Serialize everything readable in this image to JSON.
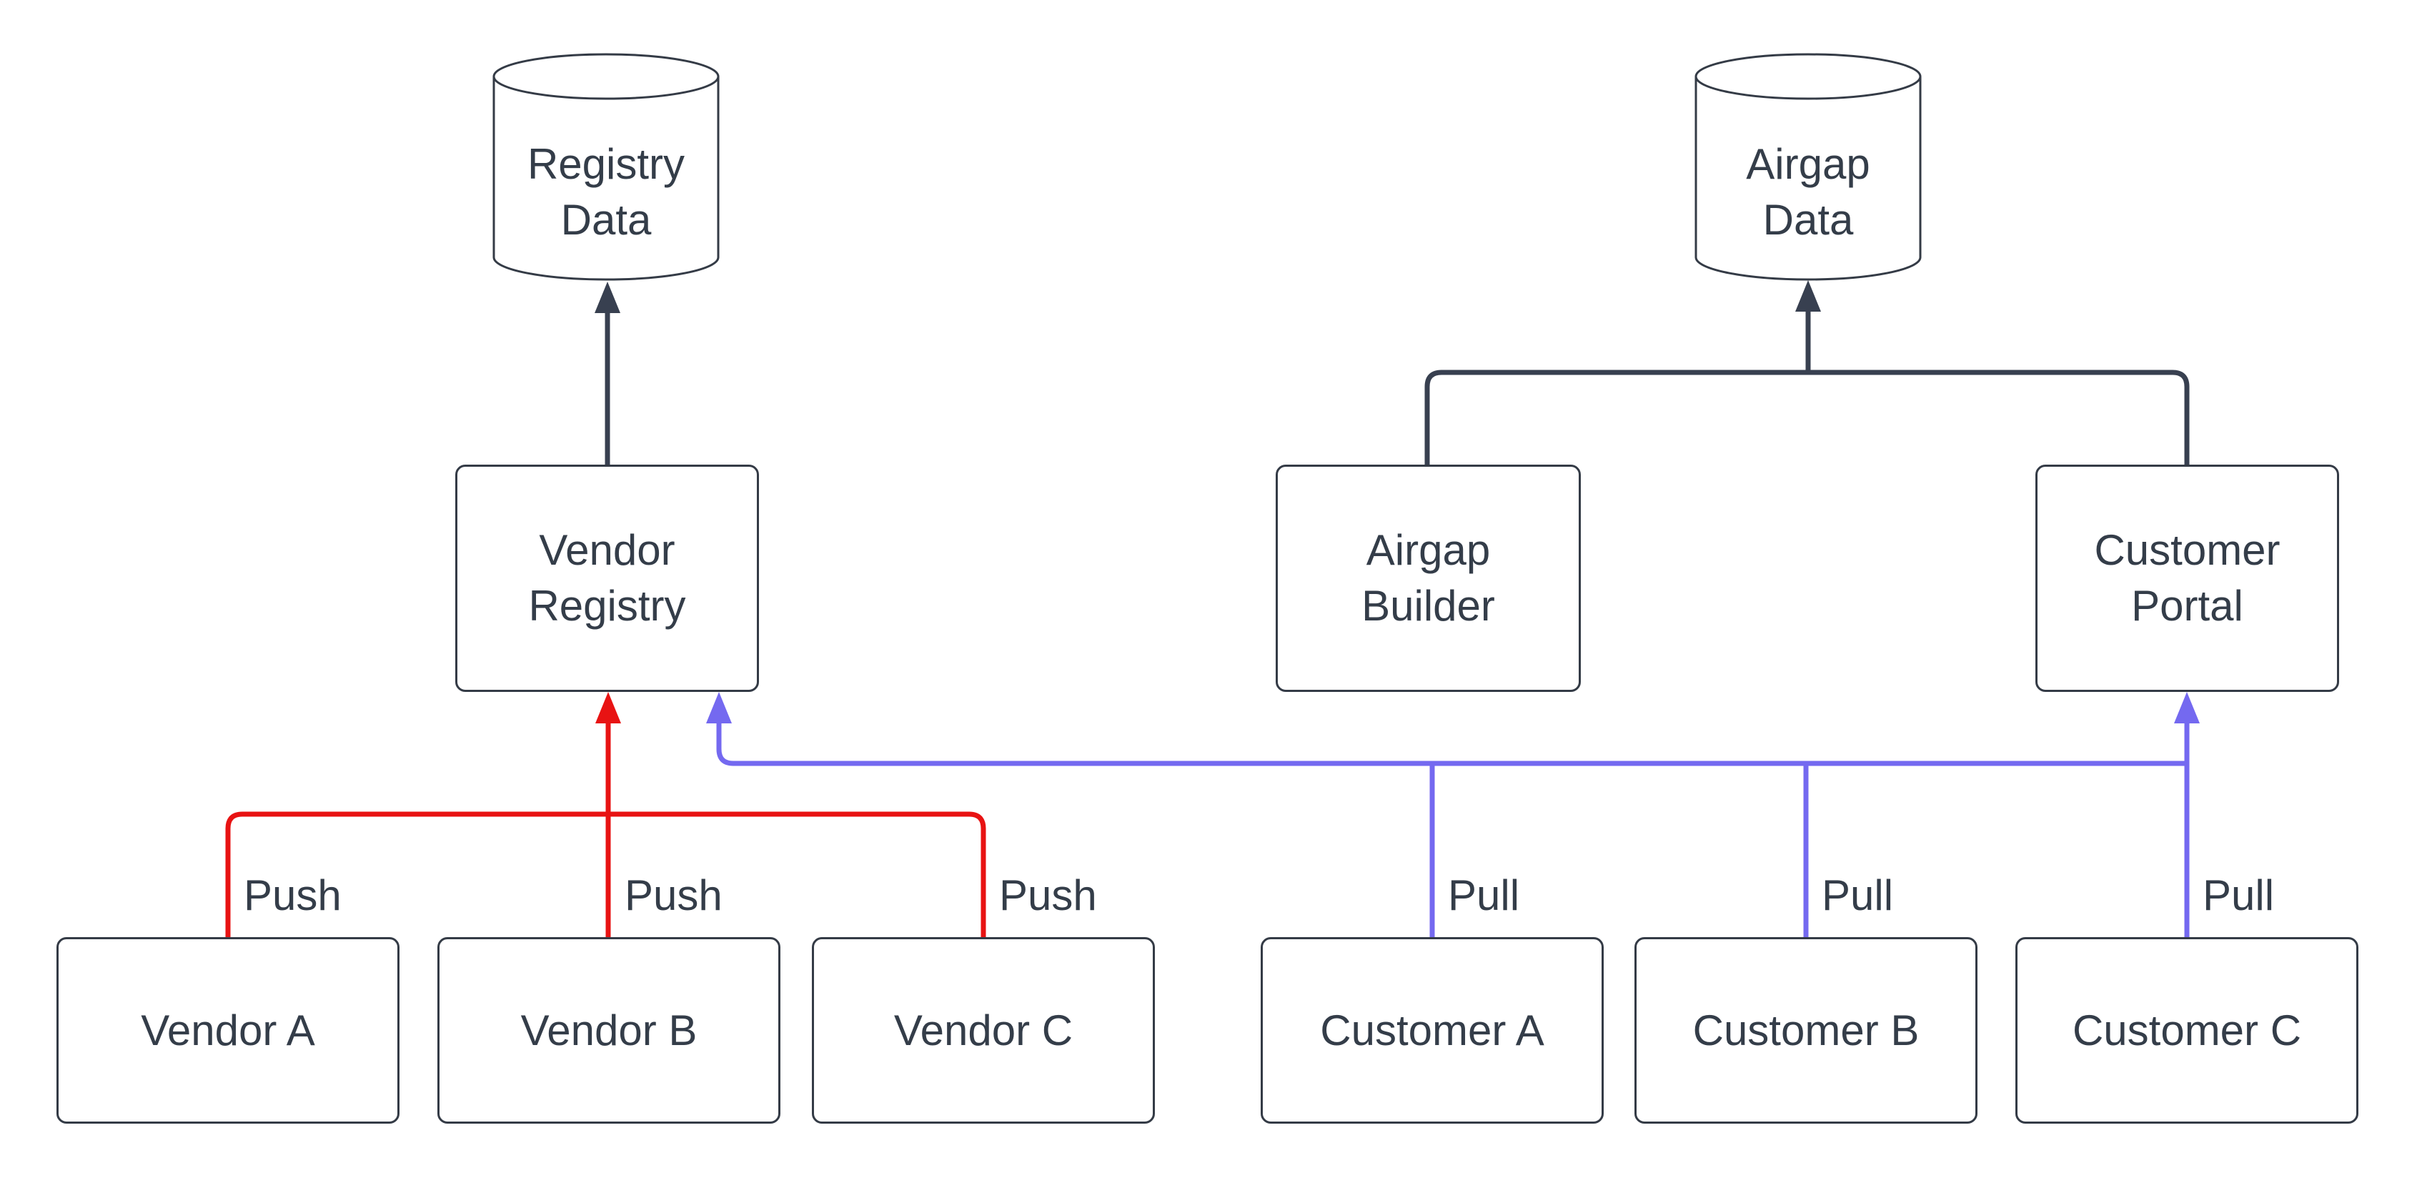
{
  "diagram": {
    "colors": {
      "node_border": "#343b46",
      "node_text": "#343d49",
      "dark_edge": "#384050",
      "push_edge": "#e81313",
      "pull_edge": "#7469f0",
      "background": "#ffffff"
    },
    "nodes": {
      "registry_data": {
        "shape": "cylinder",
        "line1": "Registry",
        "line2": "Data"
      },
      "airgap_data": {
        "shape": "cylinder",
        "line1": "Airgap",
        "line2": "Data"
      },
      "vendor_registry": {
        "shape": "box",
        "line1": "Vendor",
        "line2": "Registry"
      },
      "airgap_builder": {
        "shape": "box",
        "line1": "Airgap",
        "line2": "Builder"
      },
      "customer_portal": {
        "shape": "box",
        "line1": "Customer",
        "line2": "Portal"
      },
      "vendor_a": {
        "shape": "box",
        "label": "Vendor A"
      },
      "vendor_b": {
        "shape": "box",
        "label": "Vendor B"
      },
      "vendor_c": {
        "shape": "box",
        "label": "Vendor C"
      },
      "customer_a": {
        "shape": "box",
        "label": "Customer A"
      },
      "customer_b": {
        "shape": "box",
        "label": "Customer B"
      },
      "customer_c": {
        "shape": "box",
        "label": "Customer C"
      }
    },
    "edge_labels": {
      "push_a": "Push",
      "push_b": "Push",
      "push_c": "Push",
      "pull_a": "Pull",
      "pull_b": "Pull",
      "pull_c": "Pull"
    },
    "edges": [
      "vendor-registry to registry-data (dark arrow)",
      "airgap-builder to airgap-data (dark arrow)",
      "customer-portal to airgap-data (dark arrow)",
      "vendor-a push to vendor-registry (red arrow)",
      "vendor-b push to vendor-registry (red arrow)",
      "vendor-c push to vendor-registry (red arrow)",
      "customer-a pull to vendor-registry (blue arrow)",
      "customer-b pull to vendor-registry (blue arrow)",
      "customer-c pull to customer-portal (blue arrow)"
    ]
  }
}
